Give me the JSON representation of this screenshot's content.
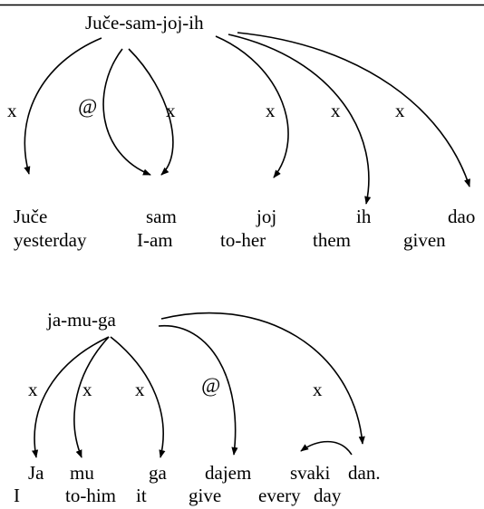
{
  "diagram_1": {
    "head": "Juče-sam-joj-ih",
    "words": [
      "Juče",
      "sam",
      "joj",
      "ih",
      "dao"
    ],
    "glosses": [
      "yesterday",
      "I-am",
      "to-her",
      "them",
      "given"
    ],
    "arc_labels": [
      "x",
      "@",
      "x",
      "x",
      "x",
      "x"
    ]
  },
  "diagram_2": {
    "head": "ja-mu-ga",
    "words": [
      "Ja",
      "mu",
      "ga",
      "dajem",
      "svaki",
      "dan."
    ],
    "glosses": [
      "I",
      "to-him",
      "it",
      "give",
      "every",
      "day"
    ],
    "arc_labels": [
      "x",
      "x",
      "x",
      "@",
      "x"
    ]
  }
}
